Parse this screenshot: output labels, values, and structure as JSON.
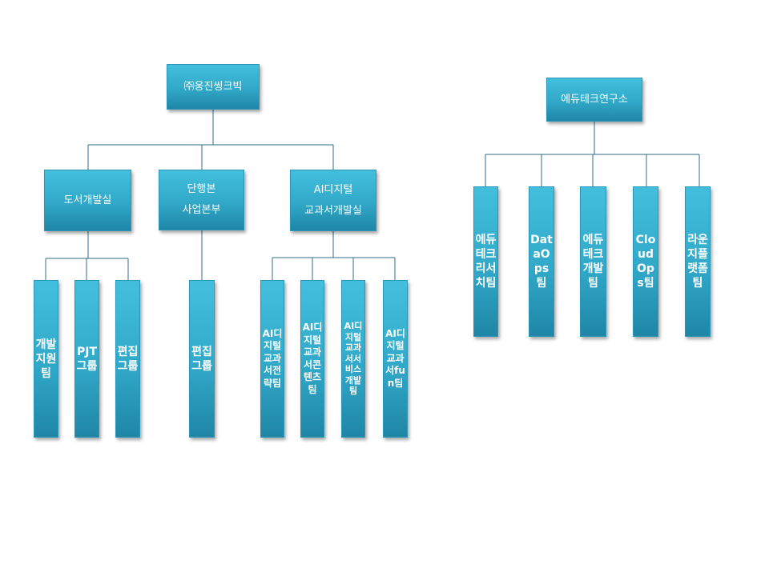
{
  "org_left": {
    "root": "㈜웅진씽크빅",
    "divisions": [
      {
        "label": "도서개발실",
        "teams": [
          "개발지원팀",
          "PJT그룹",
          "편집그룹"
        ]
      },
      {
        "label": "단행본\n사업본부",
        "teams": [
          "편집그룹"
        ]
      },
      {
        "label": "AI디지털\n교과서개발실",
        "teams": [
          "AI디지털교과서전략팀",
          "AI디지털교과서콘텐츠팀",
          "AI디지털교과서서비스개발팀",
          "AI디지털교과서fun팀"
        ]
      }
    ]
  },
  "org_right": {
    "root": "에듀테크연구소",
    "teams": [
      "에듀테크리서치팀",
      "DataOps팀",
      "에듀테크개발팀",
      "CloudOps팀",
      "라운지플랫폼팀"
    ]
  },
  "colors": {
    "box_top": "#43bfdd",
    "box_bottom": "#1f86a6",
    "connector": "#2f6d8a"
  }
}
